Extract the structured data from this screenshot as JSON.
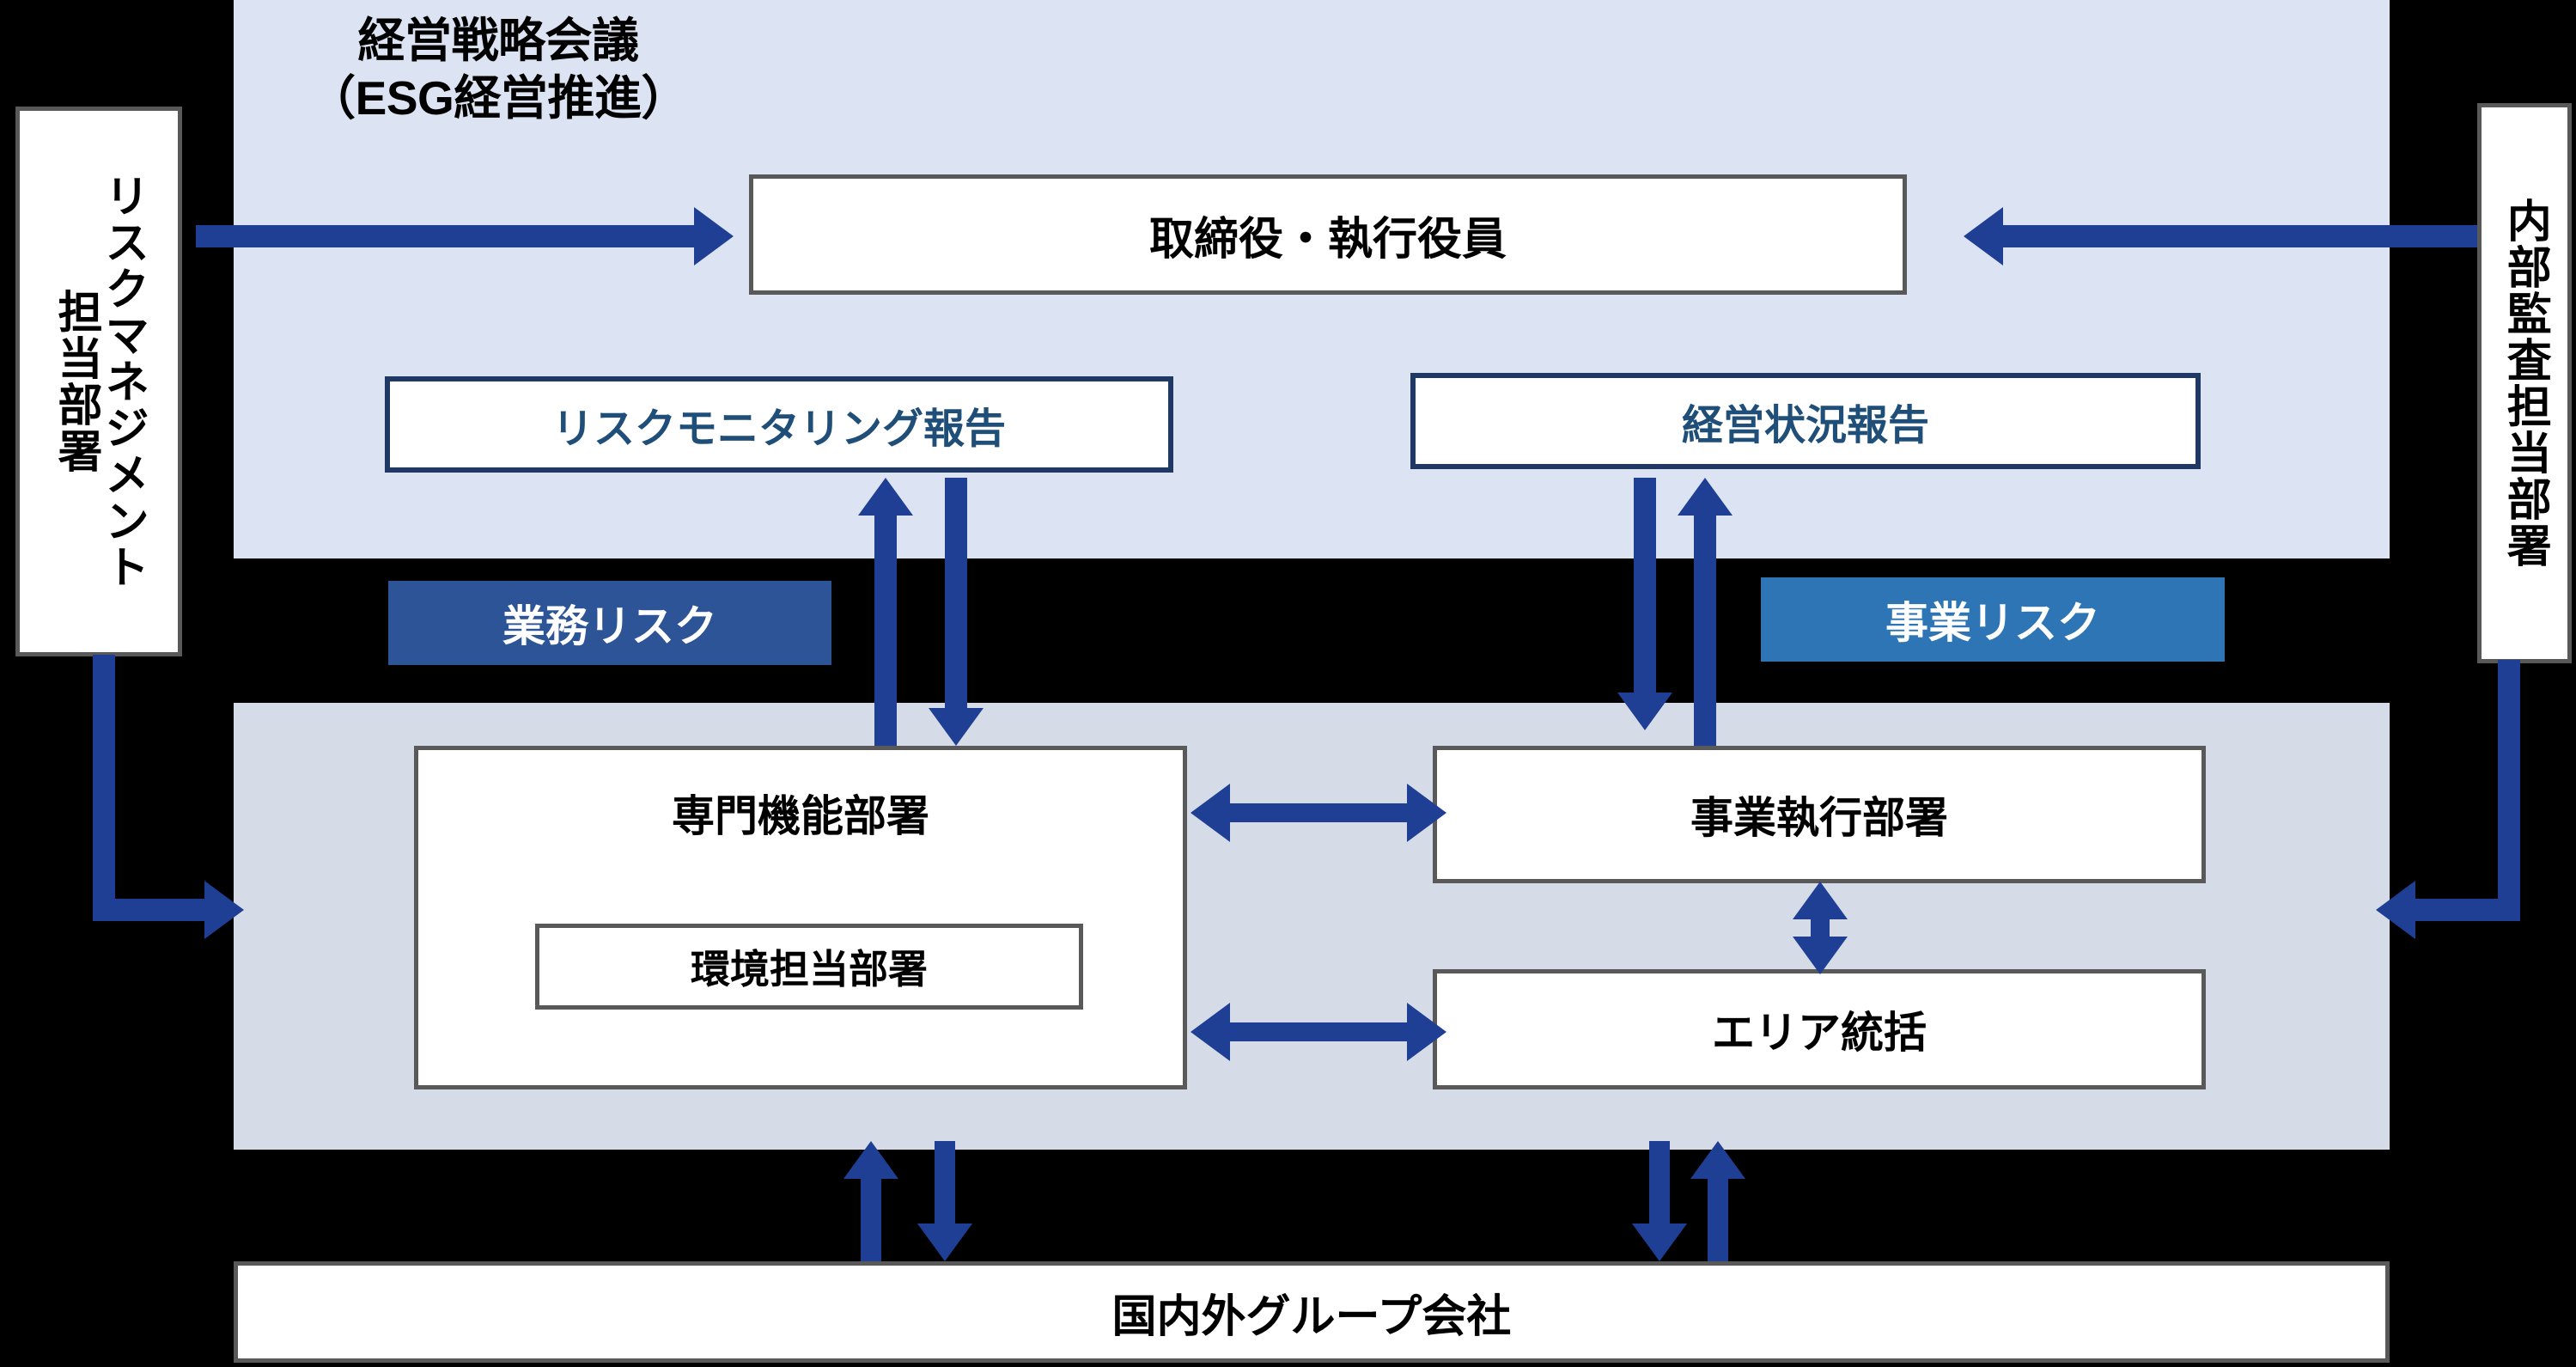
{
  "diagram": {
    "title": "経営戦略会議\n（ESG経営推進）",
    "title_line1": "経営戦略会議",
    "title_line2": "（ESG経営推進）",
    "colors": {
      "panel_top_bg": "#dce3f2",
      "panel_bottom_bg": "#d5dce8",
      "arrow": "#1f3f94",
      "badge_ops": "#2c5496",
      "badge_biz": "#2e75b6",
      "box_border": "#595959",
      "report_border": "#1f3864",
      "report_text": "#1f4e79",
      "canvas_bg": "#000000"
    },
    "side_boxes": {
      "left": {
        "column_main": "リスクマネジメント",
        "column_sub": "担当部署"
      },
      "right": {
        "column_main": "内部監査担当部署"
      }
    },
    "top_panel": {
      "directors_box": "取締役・執行役員",
      "risk_monitoring_report": "リスクモニタリング報告",
      "management_status_report": "経営状況報告"
    },
    "risk_badges": {
      "operational": "業務リスク",
      "business": "事業リスク"
    },
    "bottom_panel": {
      "specialized_function": "専門機能部署",
      "environment_dept": "環境担当部署",
      "business_execution": "事業執行部署",
      "area_control": "エリア統括"
    },
    "group_box": "国内外グループ会社"
  }
}
